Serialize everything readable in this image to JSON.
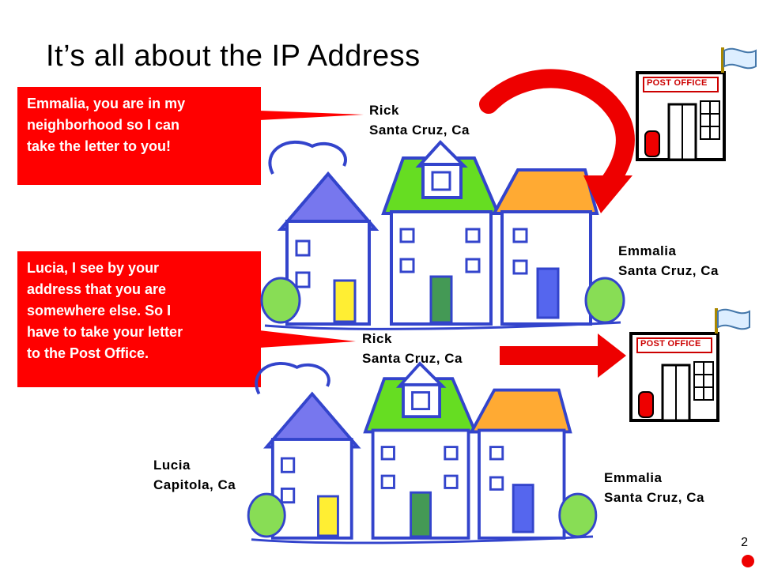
{
  "slide": {
    "title": "It’s all about the IP Address",
    "page_number": "2"
  },
  "callouts": {
    "top": [
      "Emmalia, you are in my",
      "neighborhood so I can",
      "take the letter to you!"
    ],
    "bottom": [
      "Lucia, I see by your",
      "address that you are",
      "somewhere else. So I",
      "have to take your letter",
      "to the Post Office."
    ]
  },
  "labels": {
    "rick_top": [
      "Rick",
      "Santa Cruz, Ca"
    ],
    "emmalia_top": [
      "Emmalia",
      "Santa Cruz, Ca"
    ],
    "rick_bottom": [
      "Rick",
      "Santa Cruz, Ca"
    ],
    "lucia": [
      "Lucia",
      "Capitola, Ca"
    ],
    "emmalia_bottom": [
      "Emmalia",
      "Santa Cruz, Ca"
    ]
  },
  "post_office": {
    "sign_text": "POST OFFICE"
  },
  "colors": {
    "accent_red": "#ff0000",
    "house_green": "#66dd22",
    "house_blue": "#7777ee",
    "house_orange": "#ffaa33",
    "outline_blue": "#3344cc"
  }
}
